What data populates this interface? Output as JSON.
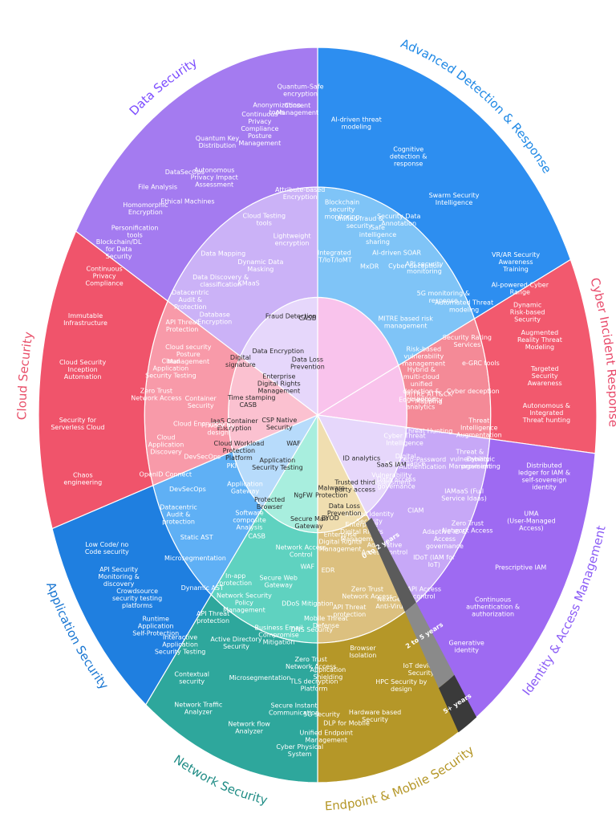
{
  "categories": [
    {
      "id": "adr",
      "name": "Advanced Detection & Response",
      "start": 0,
      "end": 65,
      "colors": [
        "#f9c3ec",
        "#7fc4f7",
        "#2d8ef0"
      ],
      "label_color": "#1e88e5",
      "items": [
        {
          "text": "Integrated IT/IoT/IoMT",
          "r": 0.43,
          "a": 8
        },
        {
          "text": "MxDR",
          "r": 0.44,
          "a": 25
        },
        {
          "text": "MITRE based risk management",
          "r": 0.4,
          "a": 52
        },
        {
          "text": "Risk-based vulnerability management",
          "r": 0.41,
          "a": 68
        },
        {
          "text": "Hybrid & multi-cloud unified detection & response",
          "r": 0.38,
          "a": 78
        },
        {
          "text": "Edge security analytics",
          "r": 0.37,
          "a": 86
        },
        {
          "text": "Threat Hunting",
          "r": 0.4,
          "a": 97
        },
        {
          "text": "Blockchain security monitoring",
          "r": 0.56,
          "a": 9
        },
        {
          "text": "Unified fraud & security",
          "r": 0.54,
          "a": 16
        },
        {
          "text": "Safe intelligence sharing",
          "r": 0.53,
          "a": 24
        },
        {
          "text": "AI-driven SOAR",
          "r": 0.52,
          "a": 33
        },
        {
          "text": "API security monitoring",
          "r": 0.55,
          "a": 44
        },
        {
          "text": "Security Data Annotation",
          "r": 0.6,
          "a": 29
        },
        {
          "text": "Cyber deception",
          "r": 0.53,
          "a": 41
        },
        {
          "text": "5G monitoring & response",
          "r": 0.55,
          "a": 55
        },
        {
          "text": "AI-driven threat modeling",
          "r": 0.8,
          "a": 10
        },
        {
          "text": "Cognitive detection & response",
          "r": 0.77,
          "a": 25
        },
        {
          "text": "Swarm Security Intelligence",
          "r": 0.76,
          "a": 40
        }
      ]
    },
    {
      "id": "cir",
      "name": "Cyber Incident Response",
      "start": 65,
      "end": 96,
      "colors": [
        "#f9c3ec",
        "#f48a97",
        "#f2596e"
      ],
      "label_color": "#e84a6a",
      "items": [
        {
          "text": "MITRE ATT&CK Mapping",
          "r": 0.4,
          "a": 84
        },
        {
          "text": "Cyber Threat Intelligence",
          "r": 0.32,
          "a": 103
        },
        {
          "text": "Digital Surveillance",
          "r": 0.34,
          "a": 112
        },
        {
          "text": "Automated Threat modeling",
          "r": 0.6,
          "a": 61
        },
        {
          "text": "Security Rating Services",
          "r": 0.57,
          "a": 70
        },
        {
          "text": "e-GRC tools",
          "r": 0.6,
          "a": 77
        },
        {
          "text": "Cyber deception",
          "r": 0.56,
          "a": 84
        },
        {
          "text": "Threat Intelligence Augmentation",
          "r": 0.58,
          "a": 94
        },
        {
          "text": "Threat & vulnerability Management",
          "r": 0.56,
          "a": 103
        },
        {
          "text": "VR/AR Security Awareness Training",
          "r": 0.82,
          "a": 60
        },
        {
          "text": "AI-powered Cyber Range",
          "r": 0.8,
          "a": 65
        },
        {
          "text": "Dynamic Risk-based Security",
          "r": 0.8,
          "a": 70
        },
        {
          "text": "Augmented Reality Threat Modeling",
          "r": 0.82,
          "a": 76
        },
        {
          "text": "Targeted Security Awareness",
          "r": 0.82,
          "a": 83
        },
        {
          "text": "Autonomous & Integrated Threat hunting",
          "r": 0.82,
          "a": 90
        }
      ]
    },
    {
      "id": "iam",
      "name": "Identity & Access Management",
      "start": 96,
      "end": 147,
      "colors": [
        "#e6d7fb",
        "#c7a8f7",
        "#9e6af2"
      ],
      "label_color": "#8b5cf6",
      "items": [
        {
          "text": "Vulnerability Assessment",
          "r": 0.32,
          "a": 124
        },
        {
          "text": "ID analytics",
          "r": 0.2,
          "a": 128
        },
        {
          "text": "SaaS IAM",
          "r": 0.3,
          "a": 118
        },
        {
          "text": "Zero-Password Authentication",
          "r": 0.4,
          "a": 110
        },
        {
          "text": "Data access governance",
          "r": 0.34,
          "a": 124
        },
        {
          "text": "Trusted third party access",
          "r": 0.24,
          "a": 146
        },
        {
          "text": "CIAM",
          "r": 0.44,
          "a": 127
        },
        {
          "text": "Unified Identity Security",
          "r": 0.34,
          "a": 147
        },
        {
          "text": "Enterprise Digital Rights Management",
          "r": 0.36,
          "a": 154
        },
        {
          "text": "Adaptative Access control",
          "r": 0.44,
          "a": 147
        },
        {
          "text": "Dynamic provisioning",
          "r": 0.6,
          "a": 103
        },
        {
          "text": "IAMaaS (Full Service Idaas)",
          "r": 0.57,
          "a": 113
        },
        {
          "text": "Zero Trust Network Access",
          "r": 0.62,
          "a": 120
        },
        {
          "text": "Adaptive ID & Access governance",
          "r": 0.57,
          "a": 127
        },
        {
          "text": "IDoT (IAM for IoT)",
          "r": 0.58,
          "a": 134
        },
        {
          "text": "API Access control",
          "r": 0.62,
          "a": 142
        },
        {
          "text": "Distributed ledger for IAM & self-sovereign identity",
          "r": 0.83,
          "a": 102
        },
        {
          "text": "UMA (User-Managed Access)",
          "r": 0.82,
          "a": 111
        },
        {
          "text": "Prescriptive IAM",
          "r": 0.84,
          "a": 120
        },
        {
          "text": "Continuous authentication & authorization",
          "r": 0.82,
          "a": 130
        },
        {
          "text": "Generative identity",
          "r": 0.83,
          "a": 140
        }
      ]
    },
    {
      "id": "ems",
      "name": "Endpoint & Mobile Security",
      "start": 147,
      "end": 180,
      "colors": [
        "#f0deb0",
        "#dcc07f",
        "#b59728"
      ],
      "label_color": "#b59728",
      "items": [
        {
          "text": "Malware Protection",
          "r": 0.22,
          "a": 167
        },
        {
          "text": "Data Loss Prevention",
          "r": 0.28,
          "a": 160
        },
        {
          "text": "BYOD",
          "r": 0.29,
          "a": 171
        },
        {
          "text": "Enterprise Digital Rights Management",
          "r": 0.36,
          "a": 167
        },
        {
          "text": "EDR",
          "r": 0.43,
          "a": 175
        },
        {
          "text": "Zero Trust Network Access",
          "r": 0.52,
          "a": 160
        },
        {
          "text": "API Threat protection",
          "r": 0.55,
          "a": 168
        },
        {
          "text": "NextGen Anti-Virus",
          "r": 0.58,
          "a": 153
        },
        {
          "text": "Mobile Threat Defense",
          "r": 0.57,
          "a": 177
        },
        {
          "text": "Browser Isolation",
          "r": 0.67,
          "a": 166
        },
        {
          "text": "Application Shielding",
          "r": 0.71,
          "a": 177
        },
        {
          "text": "IoT devices Security",
          "r": 0.79,
          "a": 152
        },
        {
          "text": "HPC Security by design",
          "r": 0.8,
          "a": 158
        },
        {
          "text": "DLP for Mobile",
          "r": 0.85,
          "a": 173
        },
        {
          "text": "Hardware based Security",
          "r": 0.85,
          "a": 166
        },
        {
          "text": "Unified Endpoint Management",
          "r": 0.88,
          "a": 178
        }
      ]
    },
    {
      "id": "ns",
      "name": "Network Security",
      "start": 180,
      "end": 218,
      "colors": [
        "#a8eede",
        "#5fd2c0",
        "#2ea79c"
      ],
      "label_color": "#1f8c85",
      "items": [
        {
          "text": "NgFW",
          "r": 0.23,
          "a": 193
        },
        {
          "text": "Secure Mail Gateway",
          "r": 0.3,
          "a": 186
        },
        {
          "text": "Network Access Control",
          "r": 0.38,
          "a": 189
        },
        {
          "text": "WAF",
          "r": 0.42,
          "a": 185
        },
        {
          "text": "Secure Web Gateway",
          "r": 0.48,
          "a": 197
        },
        {
          "text": "DDoS Mitigation",
          "r": 0.52,
          "a": 184
        },
        {
          "text": "Network Security Policy Management",
          "r": 0.58,
          "a": 207
        },
        {
          "text": "DNS Security",
          "r": 0.59,
          "a": 182
        },
        {
          "text": "Business Email Compromise Mitigation",
          "r": 0.62,
          "a": 193
        },
        {
          "text": "Zero Trust Network Access",
          "r": 0.68,
          "a": 182
        },
        {
          "text": "Active Directory Security",
          "r": 0.69,
          "a": 205
        },
        {
          "text": "TLS decryption Platform",
          "r": 0.74,
          "a": 181
        },
        {
          "text": "Microsegmentation",
          "r": 0.75,
          "a": 196
        },
        {
          "text": "Secure Instant Communication",
          "r": 0.81,
          "a": 186
        },
        {
          "text": "5G security",
          "r": 0.82,
          "a": 179
        },
        {
          "text": "Network Traffic Analyzer",
          "r": 0.91,
          "a": 208
        },
        {
          "text": "Network flow Analyzer",
          "r": 0.89,
          "a": 196
        },
        {
          "text": "Cyber Physical System",
          "r": 0.92,
          "a": 184
        }
      ]
    },
    {
      "id": "as",
      "name": "Application Security",
      "start": 218,
      "end": 252,
      "colors": [
        "#b7dbfb",
        "#5fb0f5",
        "#1f7fe0"
      ],
      "label_color": "#1976d2",
      "items": [
        {
          "text": "Application Security Testing",
          "r": 0.2,
          "a": 226
        },
        {
          "text": "Protected Browser",
          "r": 0.3,
          "a": 215
        },
        {
          "text": "Application Gateway",
          "r": 0.33,
          "a": 232
        },
        {
          "text": "Software composite Analysis",
          "r": 0.38,
          "a": 220
        },
        {
          "text": "CASB",
          "r": 0.4,
          "a": 213
        },
        {
          "text": "DevSecOps",
          "r": 0.51,
          "a": 246
        },
        {
          "text": "Datacentric Audit & protection",
          "r": 0.57,
          "a": 241
        },
        {
          "text": "Static AST",
          "r": 0.55,
          "a": 232
        },
        {
          "text": "Microsegmentation",
          "r": 0.59,
          "a": 228
        },
        {
          "text": "In-app protection",
          "r": 0.54,
          "a": 213
        },
        {
          "text": "Dynamic AST",
          "r": 0.63,
          "a": 221
        },
        {
          "text": "API Threat protection",
          "r": 0.67,
          "a": 214
        },
        {
          "text": "Low Code/ no Code security",
          "r": 0.84,
          "a": 244
        },
        {
          "text": "API Security Monitoring & discovery",
          "r": 0.84,
          "a": 238
        },
        {
          "text": "Crowdsource security testing platforms",
          "r": 0.82,
          "a": 232
        },
        {
          "text": "Runtime Application Self-Protection",
          "r": 0.82,
          "a": 225
        },
        {
          "text": "Interactive Application Security Testing",
          "r": 0.8,
          "a": 218
        },
        {
          "text": "Contextual security",
          "r": 0.85,
          "a": 212
        }
      ]
    },
    {
      "id": "cs",
      "name": "Cloud Security",
      "start": 252,
      "end": 300,
      "colors": [
        "#fbc1d0",
        "#f89aa9",
        "#f0546b"
      ],
      "label_color": "#e8506a",
      "items": [
        {
          "text": "CASB",
          "r": 0.25,
          "a": 275
        },
        {
          "text": "IaaS Container Encryption",
          "r": 0.3,
          "a": 264
        },
        {
          "text": "Cloud Workload Protection Platform",
          "r": 0.3,
          "a": 250
        },
        {
          "text": "CSP Native Security",
          "r": 0.14,
          "a": 258
        },
        {
          "text": "WAF",
          "r": 0.12,
          "a": 226
        },
        {
          "text": "API Threat Protection",
          "r": 0.54,
          "a": 296
        },
        {
          "text": "Cloud security Posture Management",
          "r": 0.49,
          "a": 289
        },
        {
          "text": "Cloud Application Security Testing",
          "r": 0.54,
          "a": 283
        },
        {
          "text": "Container Security",
          "r": 0.42,
          "a": 274
        },
        {
          "text": "Zero Trust Network Access",
          "r": 0.58,
          "a": 275
        },
        {
          "text": "Cloud Encryption",
          "r": 0.42,
          "a": 266
        },
        {
          "text": "Cloud Application Discovery",
          "r": 0.55,
          "a": 261
        },
        {
          "text": "DevSecOps",
          "r": 0.43,
          "a": 254
        },
        {
          "text": "OpenID Connect",
          "r": 0.57,
          "a": 253
        },
        {
          "text": "Continuous Privacy Compliance",
          "r": 0.85,
          "a": 296
        },
        {
          "text": "Immutable Infrastructure",
          "r": 0.87,
          "a": 287
        },
        {
          "text": "Cloud Security Inception Automation",
          "r": 0.85,
          "a": 278
        },
        {
          "text": "Security for Serverless Cloud",
          "r": 0.86,
          "a": 268
        },
        {
          "text": "Chaos engineering",
          "r": 0.86,
          "a": 258
        }
      ]
    },
    {
      "id": "ds",
      "name": "Data Security",
      "start": 300,
      "end": 360,
      "colors": [
        "#e6d7fb",
        "#cbb2f7",
        "#a47bf0"
      ],
      "label_color": "#7c4dff",
      "items": [
        {
          "text": "CASB",
          "r": 0.26,
          "a": 352
        },
        {
          "text": "Fraud Detection",
          "r": 0.28,
          "a": 340
        },
        {
          "text": "Data Encryption",
          "r": 0.22,
          "a": 320
        },
        {
          "text": "Data Loss Prevention",
          "r": 0.14,
          "a": 345
        },
        {
          "text": "Digital signature",
          "r": 0.31,
          "a": 297
        },
        {
          "text": "Enterprise Digital Rights Management",
          "r": 0.16,
          "a": 300
        },
        {
          "text": "Time stamping",
          "r": 0.24,
          "a": 280
        },
        {
          "text": "Privacy by design",
          "r": 0.36,
          "a": 263
        },
        {
          "text": "PKI",
          "r": 0.34,
          "a": 245
        },
        {
          "text": "Attribute-based Encryption",
          "r": 0.6,
          "a": 354
        },
        {
          "text": "Cloud Testing tools",
          "r": 0.56,
          "a": 340
        },
        {
          "text": "Data Mapping",
          "r": 0.55,
          "a": 322
        },
        {
          "text": "Lightweight encryption",
          "r": 0.48,
          "a": 349
        },
        {
          "text": "Dynamic Data Masking",
          "r": 0.45,
          "a": 333
        },
        {
          "text": "Data Discovery & classification",
          "r": 0.5,
          "a": 316
        },
        {
          "text": "KMaaS",
          "r": 0.43,
          "a": 325
        },
        {
          "text": "Database Encryption",
          "r": 0.45,
          "a": 305
        },
        {
          "text": "Datacentric Audit & Protection",
          "r": 0.55,
          "a": 304
        },
        {
          "text": "Quantum-Safe encryption",
          "r": 0.88,
          "a": 356
        },
        {
          "text": "Anonymization tools",
          "r": 0.84,
          "a": 350
        },
        {
          "text": "Consent Management",
          "r": 0.83,
          "a": 355
        },
        {
          "text": "Continuous Privacy Compliance Posture Management",
          "r": 0.8,
          "a": 345
        },
        {
          "text": "Quantum Key Distribution",
          "r": 0.82,
          "a": 334
        },
        {
          "text": "DataSecOps",
          "r": 0.81,
          "a": 324
        },
        {
          "text": "Autonomous Privacy Impact Assessment",
          "r": 0.74,
          "a": 330
        },
        {
          "text": "File Analysis",
          "r": 0.84,
          "a": 317
        },
        {
          "text": "Ethical Machines",
          "r": 0.74,
          "a": 321
        },
        {
          "text": "Homomorphic Encryption",
          "r": 0.83,
          "a": 312
        },
        {
          "text": "Personification tools",
          "r": 0.82,
          "a": 307
        },
        {
          "text": "Blockchain/DL for Data Security",
          "r": 0.84,
          "a": 302
        }
      ]
    }
  ],
  "bands": [
    {
      "text": "0 to 2 years",
      "r": 0.42
    },
    {
      "text": "2 to 5 years",
      "r": 0.71
    },
    {
      "text": "5+ years",
      "r": 0.93
    }
  ]
}
